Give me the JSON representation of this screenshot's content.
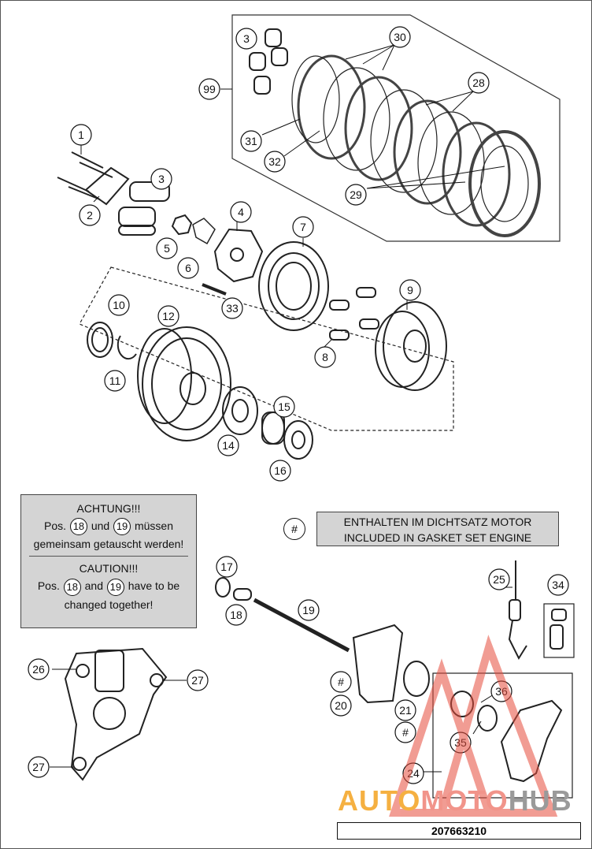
{
  "labels": [
    "1",
    "2",
    "3",
    "3",
    "4",
    "5",
    "6",
    "7",
    "8",
    "9",
    "10",
    "11",
    "12",
    "14",
    "15",
    "16",
    "17",
    "18",
    "19",
    "20",
    "21",
    "24",
    "25",
    "26",
    "27",
    "27",
    "28",
    "29",
    "30",
    "31",
    "32",
    "33",
    "34",
    "35",
    "36",
    "99"
  ],
  "hash_label": "#",
  "notice": {
    "german_title": "ACHTUNG!!!",
    "german_pos": "Pos.",
    "german_and": "und",
    "german_end": "müssen",
    "german_line2": "gemeinsam getauscht werden!",
    "english_title": "CAUTION!!!",
    "english_pos": "Pos.",
    "english_and": "and",
    "english_end": "have to be",
    "english_line2": "changed together!",
    "part_a": "18",
    "part_b": "19"
  },
  "legend": {
    "symbol": "#",
    "line_de": "ENTHALTEN IM DICHTSATZ MOTOR",
    "line_en": "INCLUDED IN GASKET SET ENGINE"
  },
  "part_number": "207663210",
  "watermark": {
    "part1": "AUTO",
    "part2": "MOTO",
    "part3": "HUB"
  },
  "colors": {
    "watermark_red": "#e74c3c",
    "watermark_orange": "#f5b041",
    "watermark_grey": "#9a9a9a",
    "note_grey": "#d4d4d4"
  }
}
